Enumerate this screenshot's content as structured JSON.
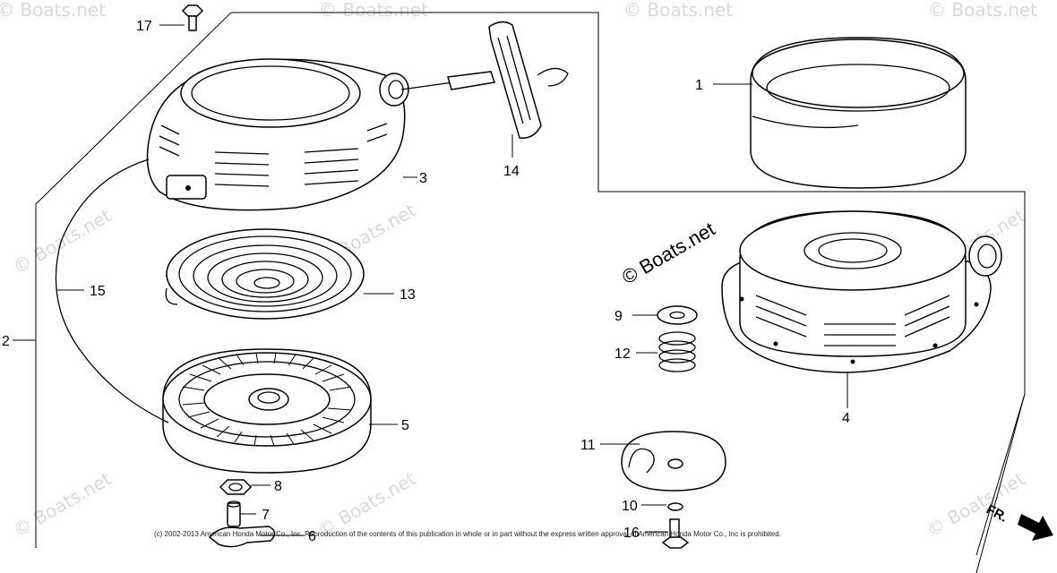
{
  "diagram": {
    "watermark_small": "© Boats.net",
    "watermark_large": "© Boats.net",
    "copyright": "(c) 2002-2013 American Honda Motor Co., Inc. Reproduction of the contents of this publication in whole or in part without the express written approval of American Honda Motor Co., Inc is prohibited.",
    "direction_label": "FR.",
    "callouts": {
      "p1": "1",
      "p2": "2",
      "p3": "3",
      "p4": "4",
      "p5": "5",
      "p6": "6",
      "p7": "7",
      "p8": "8",
      "p9": "9",
      "p10": "10",
      "p11": "11",
      "p12": "12",
      "p13": "13",
      "p14": "14",
      "p15": "15",
      "p16": "16",
      "p17": "17"
    }
  }
}
